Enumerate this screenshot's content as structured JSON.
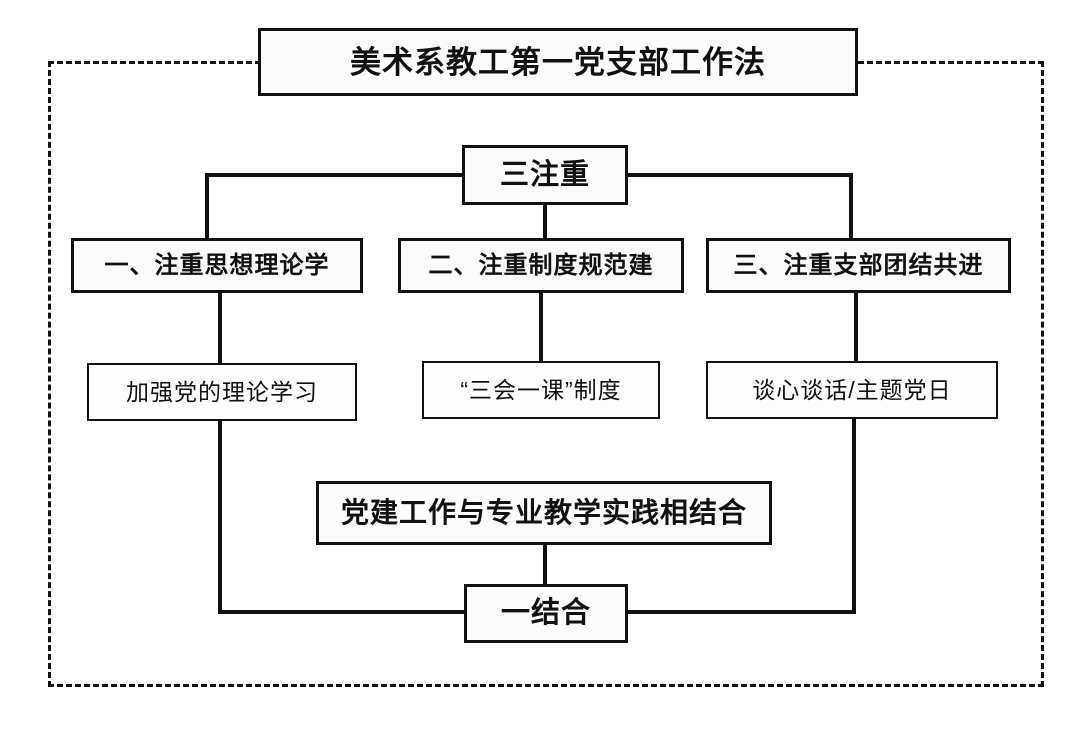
{
  "diagram": {
    "title": "美术系教工第一党支部工作法",
    "frame": {
      "style": "dashed",
      "color": "#111111"
    },
    "nodes": {
      "title_box": "美术系教工第一党支部工作法",
      "three_emphases": "三注重",
      "branch_1": "一、注重思想理论学",
      "branch_2": "二、注重制度规范建",
      "branch_3": "三、注重支部团结共进",
      "leaf_1": "加强党的理论学习",
      "leaf_2": "“三会一课”制度",
      "leaf_3": "谈心谈话/主题党日",
      "integration_detail": "党建工作与专业教学实践相结合",
      "one_integration": "一结合"
    },
    "colors": {
      "line": "#111111",
      "box_fill": "#fbfbfb",
      "text": "#111111",
      "background": "#ffffff"
    }
  }
}
